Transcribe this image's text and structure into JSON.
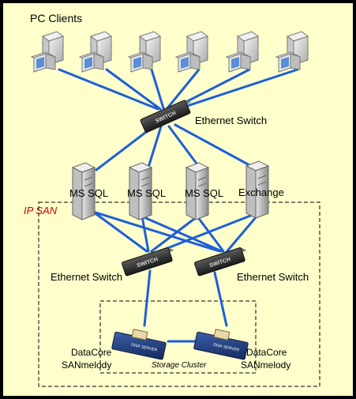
{
  "title": "PC Clients",
  "clients": [
    {
      "id": "pc-1"
    },
    {
      "id": "pc-2"
    },
    {
      "id": "pc-3"
    },
    {
      "id": "pc-4"
    },
    {
      "id": "pc-5"
    },
    {
      "id": "pc-6"
    }
  ],
  "top_switch": {
    "label": "Ethernet Switch",
    "badge": "SWITCH"
  },
  "servers": [
    {
      "label": "MS SQL"
    },
    {
      "label": "MS SQL"
    },
    {
      "label": "MS SQL"
    },
    {
      "label": "Exchange"
    }
  ],
  "ip_san": {
    "label": "IP SAN"
  },
  "san_switches": [
    {
      "label": "Ethernet Switch",
      "badge": "SWITCH"
    },
    {
      "label": "Ethernet Switch",
      "badge": "SWITCH"
    }
  ],
  "storage": {
    "cluster_label": "Storage Cluster",
    "nodes": [
      {
        "line1": "DataCore",
        "line2": "SANmelody",
        "badge": "DISK SERVER"
      },
      {
        "line1": "DataCore",
        "line2": "SANmelody",
        "badge": "DISK SERVER"
      }
    ]
  },
  "colors": {
    "background": "#FFFFCC",
    "frame": "#000000",
    "link": "#1E5FD8",
    "ip_san_label": "#CC0000"
  }
}
